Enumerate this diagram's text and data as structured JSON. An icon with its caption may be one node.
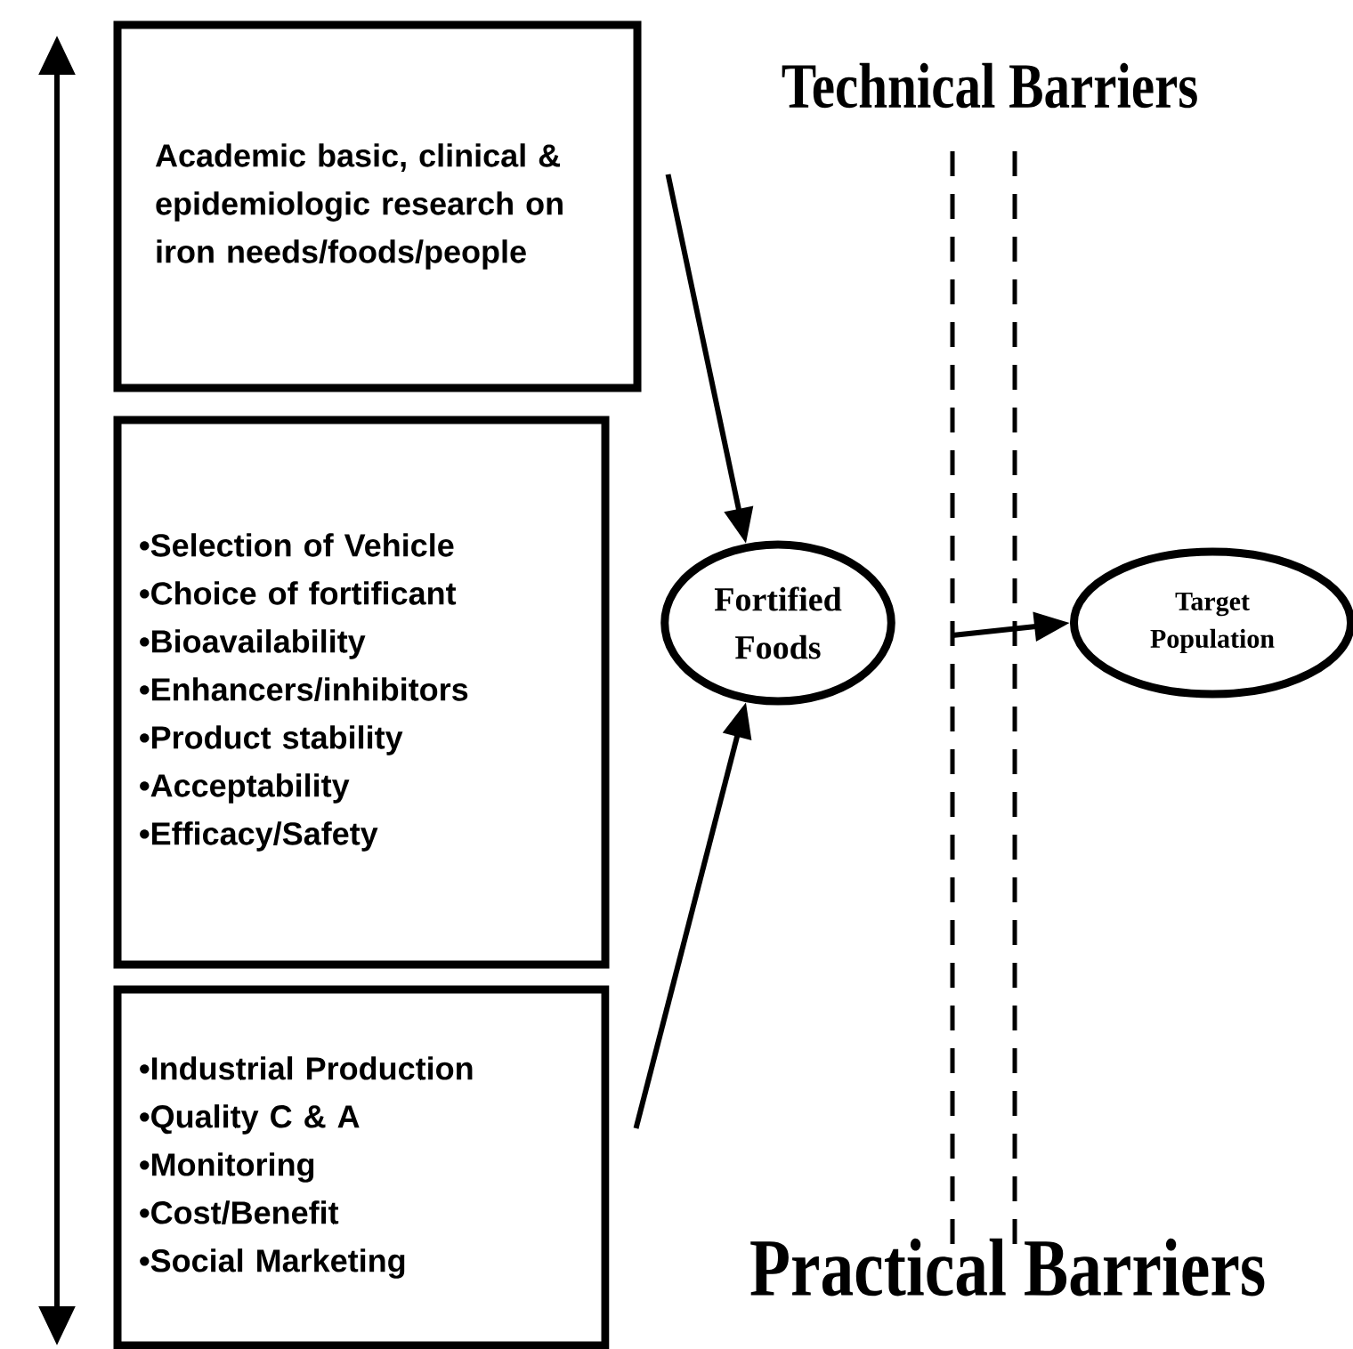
{
  "diagram": {
    "nodes": [
      {
        "text": [
          "Academic basic, clinical & epidemiologic research on iron needs/foods/people"
        ]
      },
      {
        "text": [
          "•Selection of Vehicle",
          "•Choice of fortificant",
          "•Bioavailability",
          "•Enhancers/inhibitors",
          "•Product stability",
          "•Acceptability",
          "•Efficacy/Safety"
        ]
      },
      {
        "text": [
          "•Industrial Production",
          "•Quality C & A",
          "•Monitoring",
          "•Cost/Benefit",
          "•Social Marketing"
        ]
      },
      {
        "text": [
          "Fortified Foods"
        ]
      },
      {
        "text": [
          "Target Population"
        ]
      }
    ],
    "edges": [
      {
        "from": 0,
        "to": 3,
        "arrow": "to"
      },
      {
        "from": 2,
        "to": 3,
        "arrow": "to"
      },
      {
        "from": null,
        "to": 4,
        "arrow": "to"
      }
    ],
    "labels": [
      "Technical Barriers",
      "Practical Barriers"
    ]
  }
}
